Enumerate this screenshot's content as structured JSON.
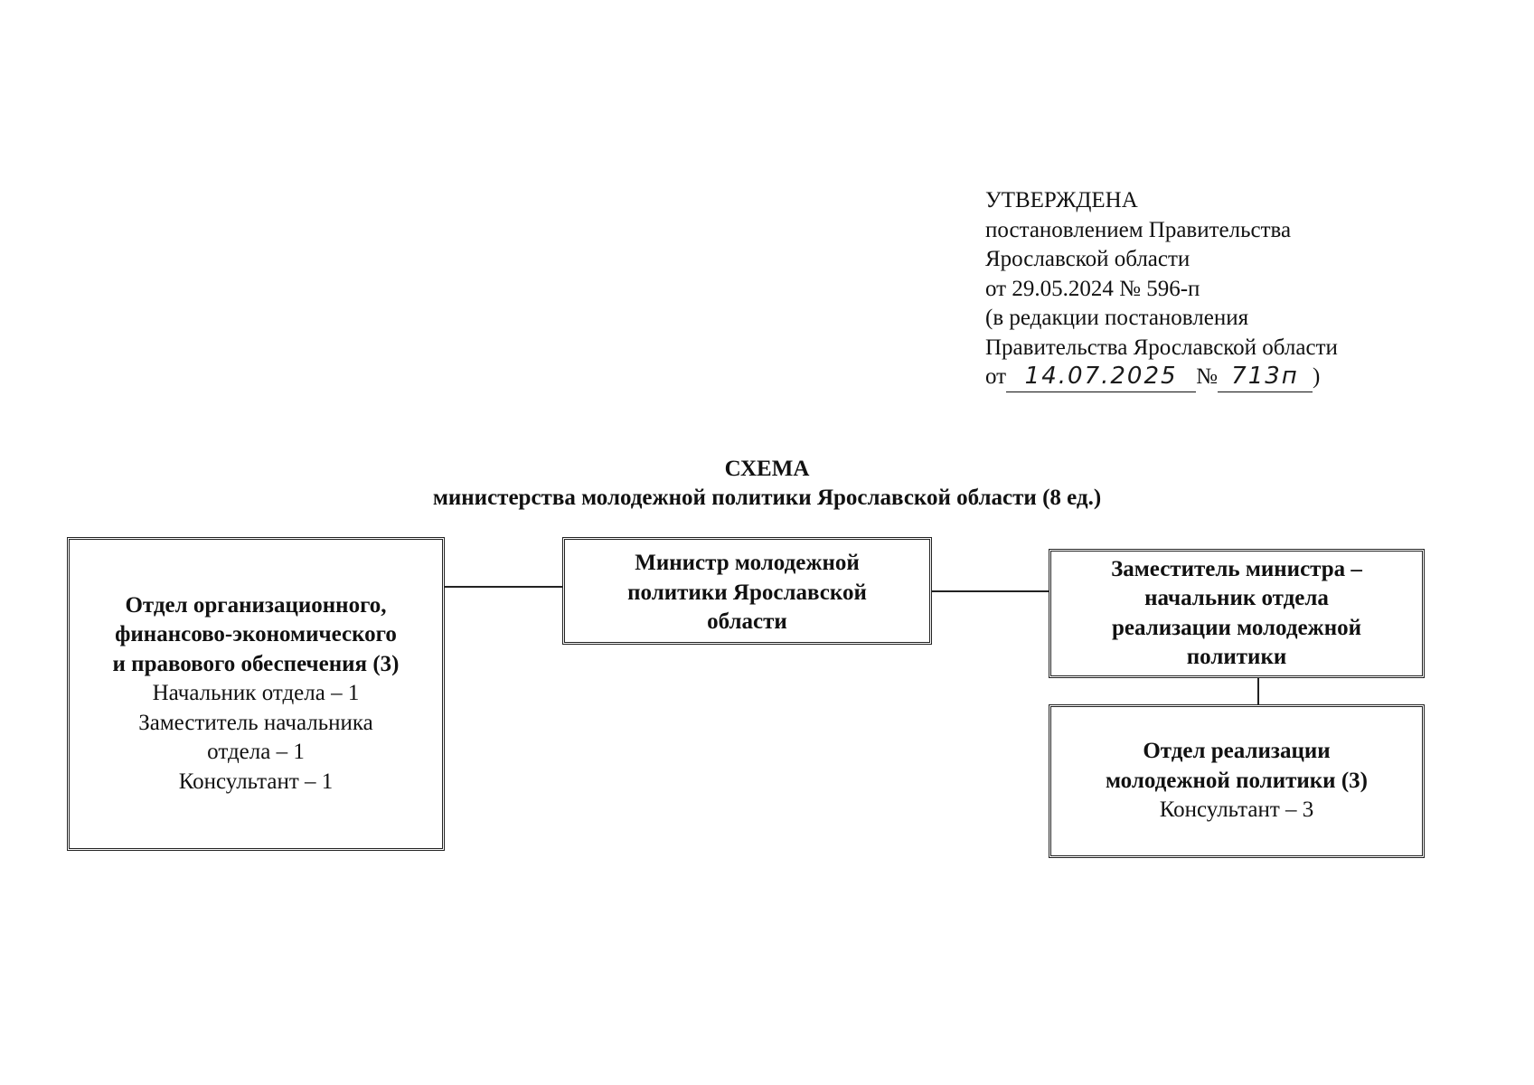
{
  "approval": {
    "line1": "УТВЕРЖДЕНА",
    "line2": "постановлением Правительства",
    "line3": "Ярославской области",
    "line4": "от 29.05.2024 № 596-п",
    "line5": "(в редакции постановления",
    "line6": "Правительства Ярославской области",
    "from_label": "от",
    "number_sign": "№",
    "handwritten_date": "14.07.2025",
    "handwritten_number": "713п",
    "closing_paren": ")"
  },
  "title": {
    "heading": "СХЕМА",
    "subheading": "министерства молодежной политики Ярославской области (8 ед.)"
  },
  "boxes": {
    "left": {
      "bold1": "Отдел организационного,",
      "bold2": "финансово-экономического",
      "bold3": "и правового обеспечения (3)",
      "line1": "Начальник отдела – 1",
      "line2": "Заместитель начальника",
      "line3": "отдела – 1",
      "line4": "Консультант – 1"
    },
    "center": {
      "bold1": "Министр молодежной",
      "bold2": "политики Ярославской",
      "bold3": "области"
    },
    "right_top": {
      "bold1": "Заместитель министра –",
      "bold2": "начальник отдела",
      "bold3": "реализации молодежной",
      "bold4": "политики"
    },
    "right_bottom": {
      "bold1": "Отдел реализации",
      "bold2": "молодежной политики (3)",
      "line1": "Консультант – 3"
    }
  }
}
